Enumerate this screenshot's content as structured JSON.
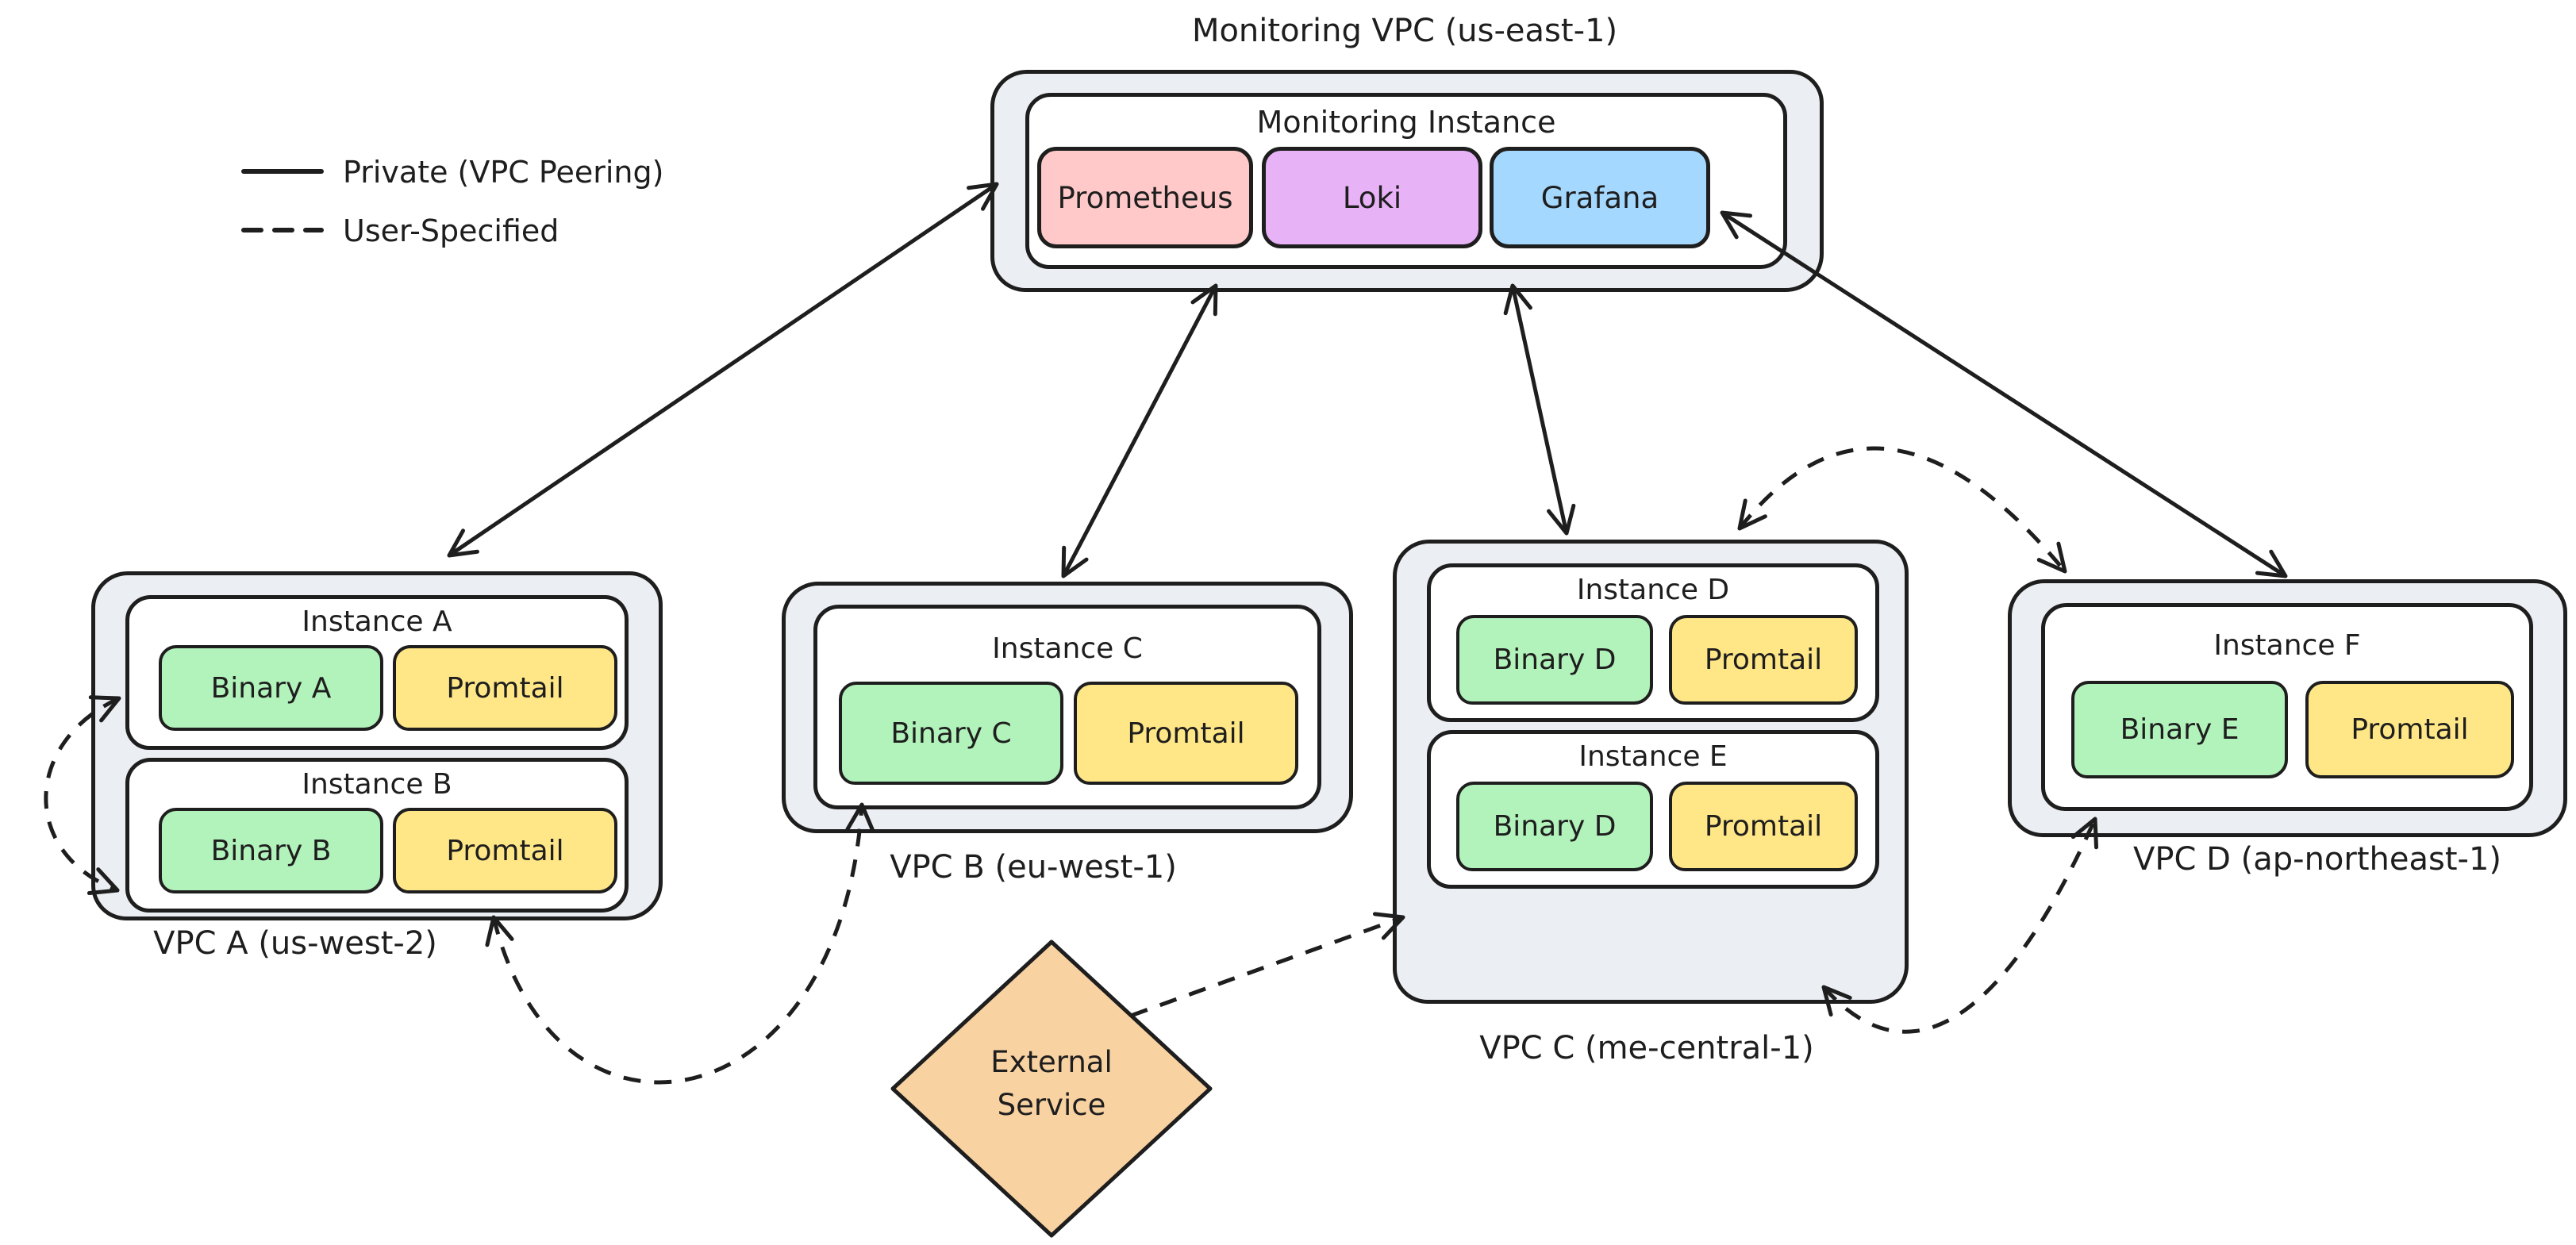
{
  "legend": {
    "items": [
      {
        "style": "solid",
        "label": "Private (VPC Peering)"
      },
      {
        "style": "dashed",
        "label": "User-Specified"
      }
    ]
  },
  "monitoring_vpc": {
    "title": "Monitoring VPC (us-east-1)",
    "instance": {
      "title": "Monitoring Instance",
      "services": [
        {
          "name": "Prometheus",
          "color": "#ffc9c9"
        },
        {
          "name": "Loki",
          "color": "#e7b2f6"
        },
        {
          "name": "Grafana",
          "color": "#a5d8ff"
        }
      ]
    }
  },
  "vpcs": [
    {
      "label": "VPC A (us-west-2)",
      "instances": [
        {
          "title": "Instance A",
          "binary": "Binary A",
          "agent": "Promtail"
        },
        {
          "title": "Instance B",
          "binary": "Binary B",
          "agent": "Promtail"
        }
      ]
    },
    {
      "label": "VPC B (eu-west-1)",
      "instances": [
        {
          "title": "Instance C",
          "binary": "Binary C",
          "agent": "Promtail"
        }
      ]
    },
    {
      "label": "VPC C (me-central-1)",
      "instances": [
        {
          "title": "Instance D",
          "binary": "Binary D",
          "agent": "Promtail"
        },
        {
          "title": "Instance E",
          "binary": "Binary D",
          "agent": "Promtail"
        }
      ]
    },
    {
      "label": "VPC D (ap-northeast-1)",
      "instances": [
        {
          "title": "Instance F",
          "binary": "Binary E",
          "agent": "Promtail"
        }
      ]
    }
  ],
  "external_service": {
    "line1": "External",
    "line2": "Service",
    "color": "#f9d2a2"
  },
  "connections": [
    {
      "from": "monitoring-instance",
      "to": "vpc-a",
      "style": "solid",
      "bidirectional": true
    },
    {
      "from": "monitoring-instance",
      "to": "vpc-b",
      "style": "solid",
      "bidirectional": true
    },
    {
      "from": "monitoring-instance",
      "to": "vpc-c",
      "style": "solid",
      "bidirectional": true
    },
    {
      "from": "monitoring-instance",
      "to": "vpc-d",
      "style": "solid",
      "bidirectional": true
    },
    {
      "from": "instance-a",
      "to": "instance-b",
      "style": "dashed",
      "bidirectional": true
    },
    {
      "from": "vpc-a",
      "to": "vpc-b",
      "style": "dashed",
      "bidirectional": true
    },
    {
      "from": "external-service",
      "to": "vpc-c",
      "style": "dashed",
      "bidirectional": false
    },
    {
      "from": "vpc-c",
      "to": "vpc-d",
      "style": "dashed",
      "bidirectional": true
    },
    {
      "from": "vpc-c-bottom",
      "to": "vpc-d-bottom",
      "style": "dashed",
      "bidirectional": true
    }
  ],
  "colors": {
    "ink": "#1e1e1e",
    "vpc_fill": "#ebeef2",
    "instance_fill": "#ffffff",
    "binary_fill": "#b2f2bb",
    "promtail_fill": "#ffe787",
    "external_fill": "#f9d2a2"
  }
}
